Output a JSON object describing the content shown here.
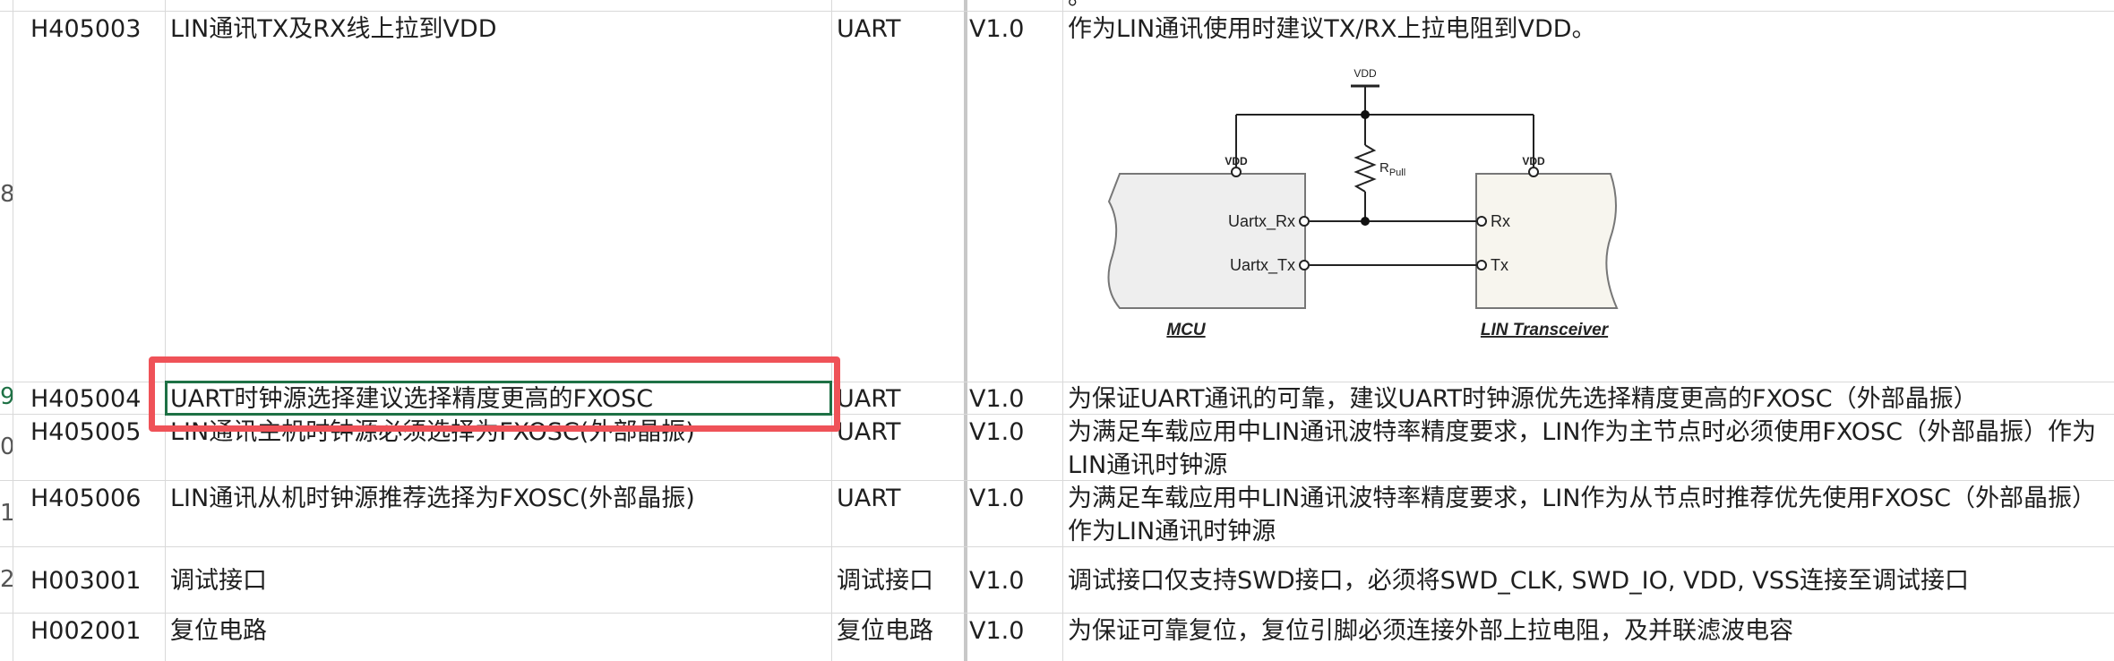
{
  "row_numbers": [
    "8",
    "9",
    "0",
    "1",
    "2"
  ],
  "rows": [
    {
      "id": "H405003",
      "title": "LIN通讯TX及RX线上拉到VDD",
      "category": "UART",
      "version": "V1.0",
      "description": "作为LIN通讯使用时建议TX/RX上拉电阻到VDD。"
    },
    {
      "id": "H405004",
      "title": "UART时钟源选择建议选择精度更高的FXOSC",
      "category": "UART",
      "version": "V1.0",
      "description": "为保证UART通讯的可靠，建议UART时钟源优先选择精度更高的FXOSC（外部晶振）"
    },
    {
      "id": "H405005",
      "title": "LIN通讯主机时钟源必须选择为FXOSC(外部晶振)",
      "category": "UART",
      "version": "V1.0",
      "description": "为满足车载应用中LIN通讯波特率精度要求，LIN作为主节点时必须使用FXOSC（外部晶振）作为LIN通讯时钟源"
    },
    {
      "id": "H405006",
      "title": "LIN通讯从机时钟源推荐选择为FXOSC(外部晶振)",
      "category": "UART",
      "version": "V1.0",
      "description": "为满足车载应用中LIN通讯波特率精度要求，LIN作为从节点时推荐优先使用FXOSC（外部晶振）作为LIN通讯时钟源"
    },
    {
      "id": "H003001",
      "title": "调试接口",
      "category": "调试接口",
      "version": "V1.0",
      "description": "调试接口仅支持SWD接口，必须将SWD_CLK, SWD_IO, VDD, VSS连接至调试接口"
    },
    {
      "id": "H002001",
      "title": "复位电路",
      "category": "复位电路",
      "version": "V1.0",
      "description": "为保证可靠复位，复位引脚必须连接外部上拉电阻，及并联滤波电容"
    }
  ],
  "top_clipped_text": "。",
  "diagram": {
    "vdd_top": "VDD",
    "vdd_mcu": "VDD",
    "vdd_lin": "VDD",
    "r_main": "R",
    "r_sub": "Pull",
    "uart_rx": "Uartx_Rx",
    "uart_tx": "Uartx_Tx",
    "rx": "Rx",
    "tx": "Tx",
    "mcu_label": "MCU",
    "lin_label": "LIN Transceiver"
  },
  "colors": {
    "highlight": "#ef5258",
    "selection": "#1e7145",
    "grid": "#d9d9d9"
  }
}
